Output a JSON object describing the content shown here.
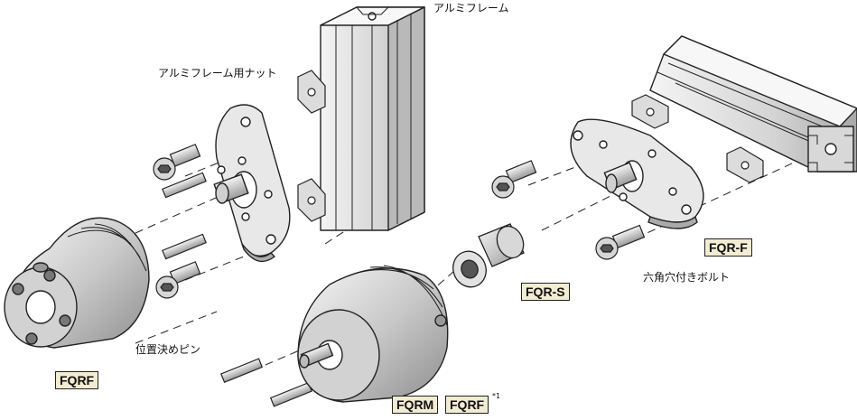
{
  "labels": {
    "aluminum_frame": "アルミフレーム",
    "aluminum_frame_nut": "アルミフレーム用ナット",
    "hex_socket_bolt": "六角穴付きボルト",
    "positioning_pin": "位置決めピン"
  },
  "parts": {
    "fqrf_left": "FQRF",
    "fqr_f": "FQR-F",
    "fqr_s": "FQR-S",
    "fqrm": "FQRM",
    "fqrf_center": "FQRF",
    "note_mark": "*1"
  },
  "colors": {
    "metal_light": "#eeeeee",
    "metal_mid": "#c8c8c8",
    "metal_dark": "#8a8a8a",
    "label_box": "#f2ecd2"
  }
}
